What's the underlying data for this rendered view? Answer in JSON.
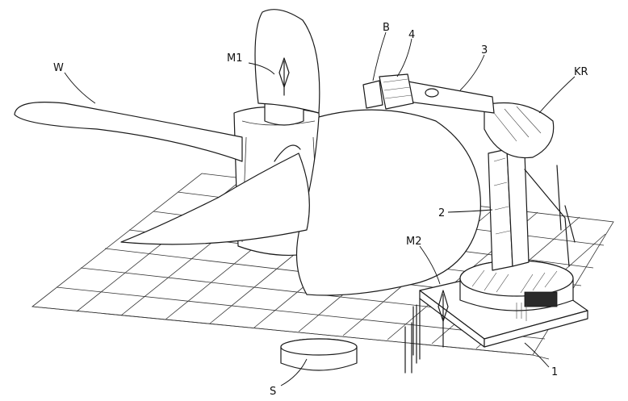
{
  "figure": {
    "labels": {
      "W": "W",
      "M1": "M1",
      "B": "B",
      "n4": "4",
      "n3": "3",
      "KR": "KR",
      "n2": "2",
      "M2": "M2",
      "S": "S",
      "n1": "1"
    }
  }
}
